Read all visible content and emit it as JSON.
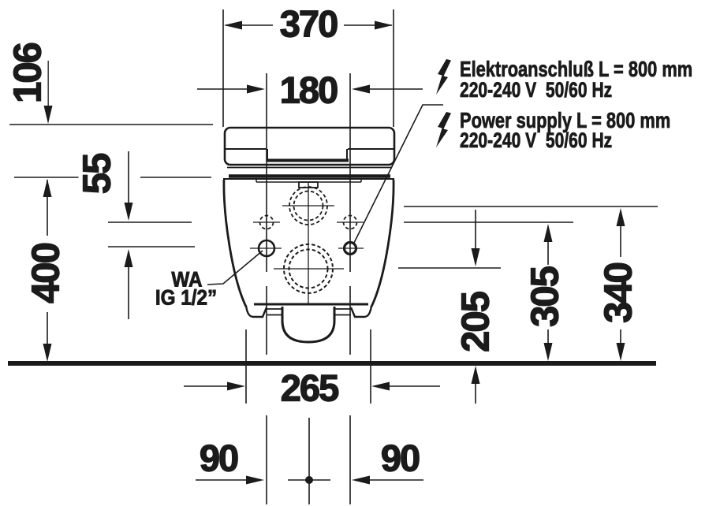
{
  "drawing": {
    "background": "#ffffff",
    "line_color": "#1b1b1b"
  },
  "dimensions": {
    "top_width": "370",
    "connection_spacing": "180",
    "seat_lid_height": "106",
    "hole_row_gap": "55",
    "rim_height_above_floor": "400",
    "outlet_center_height": "205",
    "fixing_holes_height": "305",
    "water_inlet_height": "340",
    "base_width": "265",
    "offset_left": "90",
    "offset_right": "90"
  },
  "annotations": {
    "electrical_de": {
      "line1": "Elektroanschluß L = 800 mm",
      "line2": "220-240 V  50/60 Hz"
    },
    "electrical_en": {
      "line1": "Power supply L = 800 mm",
      "line2": "220-240 V  50/60 Hz"
    },
    "water_connection": {
      "line1": "WA",
      "line2": "IG 1/2”"
    }
  },
  "icons": {
    "electrical_de": "lightning-bolt",
    "electrical_en": "lightning-bolt"
  }
}
